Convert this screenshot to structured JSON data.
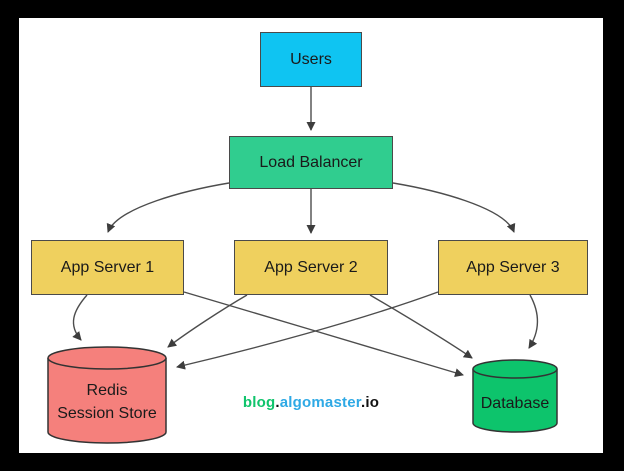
{
  "canvas": {
    "background": "#ffffff",
    "frame_color": "#000000",
    "edge_color": "#4d4d4d"
  },
  "diagram": {
    "nodes": {
      "users": {
        "label": "Users",
        "fill": "#0fc4f2",
        "shape": "rect"
      },
      "load_balancer": {
        "label": "Load Balancer",
        "fill": "#30cd8f",
        "shape": "rect"
      },
      "app_server_1": {
        "label": "App Server 1",
        "fill": "#efd05e",
        "shape": "rect"
      },
      "app_server_2": {
        "label": "App Server 2",
        "fill": "#efd05e",
        "shape": "rect"
      },
      "app_server_3": {
        "label": "App Server 3",
        "fill": "#efd05e",
        "shape": "rect"
      },
      "redis": {
        "label_line1": "Redis",
        "label_line2": "Session Store",
        "fill": "#f5807c",
        "shape": "cylinder"
      },
      "database": {
        "label": "Database",
        "fill": "#0dc46c",
        "shape": "cylinder"
      }
    },
    "edges": [
      {
        "from": "users",
        "to": "load_balancer"
      },
      {
        "from": "load_balancer",
        "to": "app_server_1"
      },
      {
        "from": "load_balancer",
        "to": "app_server_2"
      },
      {
        "from": "load_balancer",
        "to": "app_server_3"
      },
      {
        "from": "app_server_1",
        "to": "redis"
      },
      {
        "from": "app_server_1",
        "to": "database"
      },
      {
        "from": "app_server_2",
        "to": "redis"
      },
      {
        "from": "app_server_2",
        "to": "database"
      },
      {
        "from": "app_server_3",
        "to": "redis"
      },
      {
        "from": "app_server_3",
        "to": "database"
      }
    ],
    "watermark": {
      "blog": "blog",
      "dot1": ".",
      "algomaster": "algomaster",
      "dot2": ".",
      "io": "io",
      "blog_color": "#10c46c",
      "algomaster_color": "#2ea9e5",
      "dark_color": "#111111"
    }
  }
}
